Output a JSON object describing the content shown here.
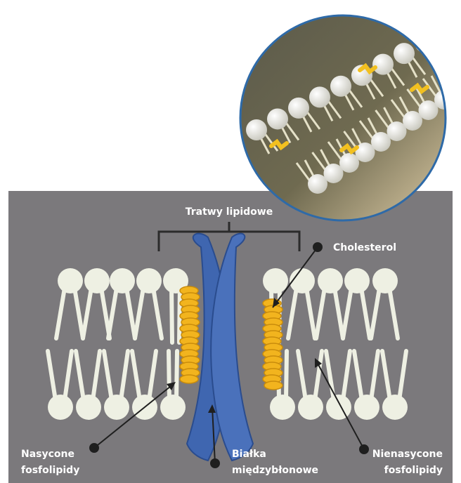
{
  "labels": {
    "rafts": "Tratwy lipidowe",
    "cholesterol": "Cholesterol",
    "saturated_line1": "Nasycone",
    "saturated_line2": "fosfolipidy",
    "proteins_line1": "Białka",
    "proteins_line2": "międzybłonowe",
    "unsaturated_line1": "Nienasycone",
    "unsaturated_line2": "fosfolipidy"
  },
  "colors": {
    "panel": "#7b797c",
    "lipid": "#eef0e3",
    "protein": "#3f66b0",
    "cholesterol": "#f2b41e",
    "inset_border": "#2e6aa8"
  }
}
